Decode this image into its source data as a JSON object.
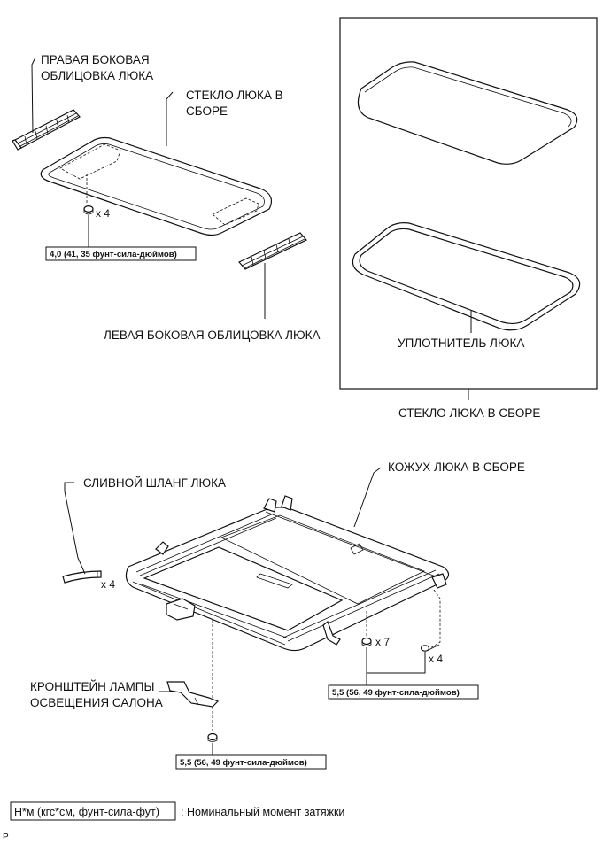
{
  "labels": {
    "right_trim": [
      "ПРАВАЯ БОКОВАЯ",
      "ОБЛИЦОВКА ЛЮКА"
    ],
    "glass_top": [
      "СТЕКЛО ЛЮКА В",
      "СБОРЕ"
    ],
    "left_trim": "ЛЕВАЯ БОКОВАЯ ОБЛИЦОВКА ЛЮКА",
    "seal": "УПЛОТНИТЕЛЬ ЛЮКА",
    "glass_box": "СТЕКЛО ЛЮКА В СБОРЕ",
    "drain_hose": "СЛИВНОЙ ШЛАНГ ЛЮКА",
    "housing": "КОЖУХ ЛЮКА В СБОРЕ",
    "lamp_bracket": [
      "КРОНШТЕЙН ЛАМПЫ",
      "ОСВЕЩЕНИЯ САЛОНА"
    ]
  },
  "quantities": {
    "glass_bolts": "x 4",
    "drain": "x 4",
    "housing_nuts": "x 7",
    "housing_bolts": "x 4"
  },
  "torques": {
    "glass": "4,0 (41, 35 фунт-сила-дюймов)",
    "housing": "5,5 (56, 49 фунт-сила-дюймов)",
    "bracket": "5,5 (56, 49 фунт-сила-дюймов)"
  },
  "legend": {
    "box": "Н*м (кгс*см, фунт-сила-фут)",
    "text": ": Номинальный момент затяжки"
  },
  "corner_code": "P"
}
